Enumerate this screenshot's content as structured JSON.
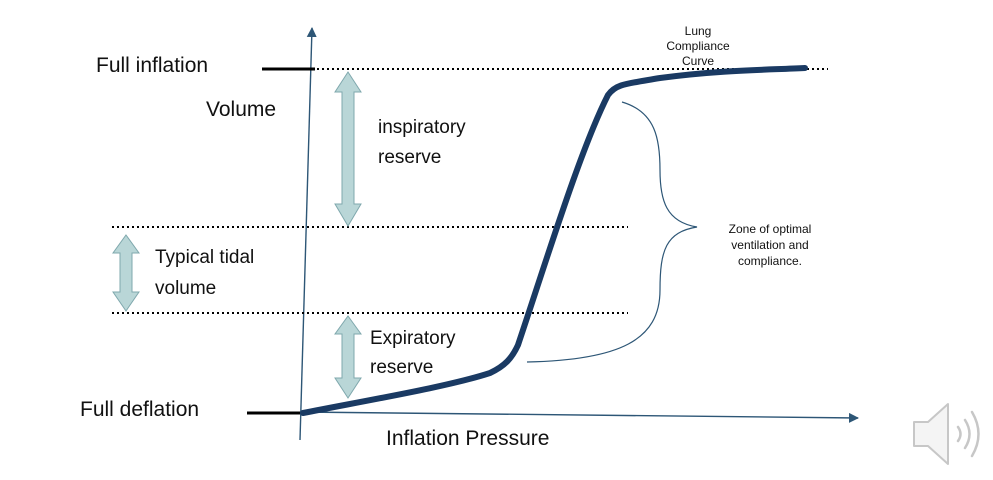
{
  "diagram": {
    "y_labels": {
      "full_inflation": "Full inflation",
      "volume": "Volume",
      "full_deflation": "Full deflation"
    },
    "x_axis_label": "Inflation Pressure",
    "regions": {
      "inspiratory": [
        "inspiratory",
        "reserve"
      ],
      "tidal": [
        "Typical tidal",
        "volume"
      ],
      "expiratory": [
        "Expiratory",
        "reserve"
      ]
    },
    "curve_label": [
      "Lung",
      "Compliance",
      "Curve"
    ],
    "zone_label": [
      "Zone of optimal",
      "ventilation and",
      "compliance."
    ],
    "colors": {
      "curve": "#1a3a63",
      "axis": "#2d5676",
      "arrow_fill": "#b9d6d7",
      "arrow_stroke": "#7fa8ad",
      "text": "#111111"
    }
  },
  "audio": {
    "icon": "speaker-icon"
  }
}
